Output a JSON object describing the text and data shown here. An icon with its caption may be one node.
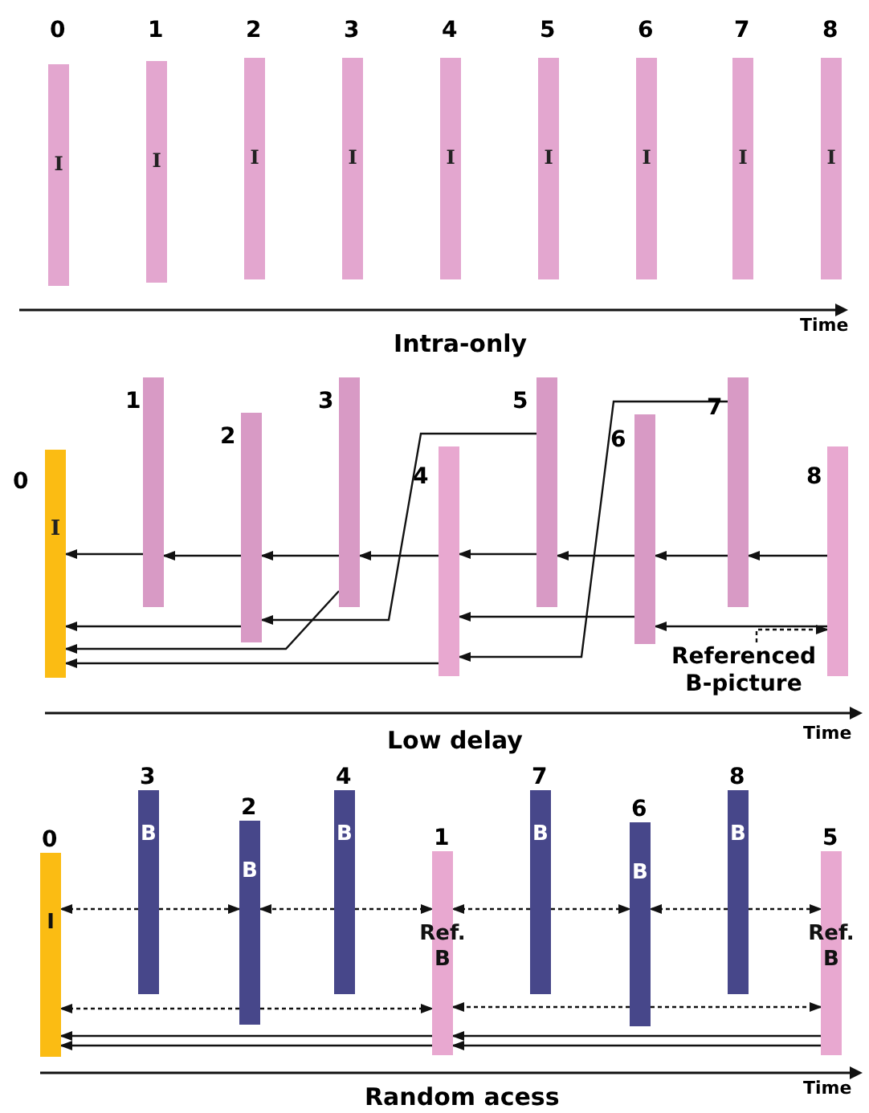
{
  "diagram": {
    "nodes": [
      {
        "text": [
          "I"
        ],
        "beside": [
          "0"
        ]
      },
      {
        "text": [
          "I"
        ],
        "beside": [
          "1"
        ]
      },
      {
        "text": [
          "I"
        ],
        "beside": [
          "2"
        ]
      },
      {
        "text": [
          "I"
        ],
        "beside": [
          "3"
        ]
      },
      {
        "text": [
          "I"
        ],
        "beside": [
          "4"
        ]
      },
      {
        "text": [
          "I"
        ],
        "beside": [
          "5"
        ]
      },
      {
        "text": [
          "I"
        ],
        "beside": [
          "6"
        ]
      },
      {
        "text": [
          "I"
        ],
        "beside": [
          "7"
        ]
      },
      {
        "text": [
          "I"
        ],
        "beside": [
          "8"
        ]
      },
      {
        "text": [
          "I"
        ],
        "beside": [
          "0"
        ]
      },
      {
        "text": [],
        "shape": "bar",
        "beside": [
          "1"
        ]
      },
      {
        "text": [],
        "shape": "bar",
        "beside": [
          "2"
        ]
      },
      {
        "text": [],
        "shape": "bar",
        "beside": [
          "3"
        ]
      },
      {
        "text": [],
        "shape": "bar",
        "beside": [
          "4"
        ]
      },
      {
        "text": [],
        "shape": "bar",
        "beside": [
          "5"
        ]
      },
      {
        "text": [],
        "shape": "bar",
        "beside": [
          "6"
        ]
      },
      {
        "text": [],
        "shape": "bar",
        "beside": [
          "7"
        ]
      },
      {
        "text": [],
        "shape": "bar",
        "beside": [
          "8"
        ]
      },
      {
        "text": [
          "Referenced B-picture"
        ]
      },
      {
        "text": [
          "I"
        ],
        "beside": [
          "0"
        ]
      },
      {
        "text": [
          "B"
        ],
        "beside": [
          "3"
        ]
      },
      {
        "text": [
          "B"
        ],
        "beside": [
          "2"
        ]
      },
      {
        "text": [
          "B"
        ],
        "beside": [
          "4"
        ]
      },
      {
        "text": [
          "Ref. B"
        ],
        "beside": [
          "1"
        ]
      },
      {
        "text": [
          "B"
        ],
        "beside": [
          "7"
        ]
      },
      {
        "text": [
          "B"
        ],
        "beside": [
          "6"
        ]
      },
      {
        "text": [
          "B"
        ],
        "beside": [
          "8"
        ]
      },
      {
        "text": [
          "Ref. B"
        ],
        "beside": [
          "5"
        ]
      }
    ],
    "edges": [
      {
        "from": 10,
        "to": 9,
        "arrow": "to"
      },
      {
        "from": 11,
        "to": 10,
        "arrow": "to"
      },
      {
        "from": 12,
        "to": 11,
        "arrow": "to"
      },
      {
        "from": 13,
        "to": 12,
        "arrow": "to"
      },
      {
        "from": 14,
        "to": 13,
        "arrow": "to"
      },
      {
        "from": 15,
        "to": 14,
        "arrow": "to"
      },
      {
        "from": 16,
        "to": 15,
        "arrow": "to"
      },
      {
        "from": 17,
        "to": 16,
        "arrow": "to"
      },
      {
        "from": 13,
        "to": 9,
        "arrow": "to"
      },
      {
        "from": 12,
        "to": 9,
        "arrow": "to"
      },
      {
        "from": 11,
        "to": 9,
        "arrow": "to"
      },
      {
        "from": 14,
        "to": 11,
        "arrow": "to"
      },
      {
        "from": 15,
        "to": 13,
        "arrow": "to"
      },
      {
        "from": 16,
        "to": 13,
        "arrow": "to"
      },
      {
        "from": 17,
        "to": 15,
        "arrow": "to"
      },
      {
        "from": 18,
        "to": 17,
        "arrow": "to",
        "style": "dashed"
      },
      {
        "from": 20,
        "to": 19,
        "arrow": "to",
        "style": "dashed"
      },
      {
        "from": 20,
        "to": 21,
        "arrow": "to",
        "style": "dashed"
      },
      {
        "from": 22,
        "to": 21,
        "arrow": "to",
        "style": "dashed"
      },
      {
        "from": 22,
        "to": 23,
        "arrow": "to",
        "style": "dashed"
      },
      {
        "from": 24,
        "to": 23,
        "arrow": "to",
        "style": "dashed"
      },
      {
        "from": 24,
        "to": 25,
        "arrow": "to",
        "style": "dashed"
      },
      {
        "from": 26,
        "to": 25,
        "arrow": "to",
        "style": "dashed"
      },
      {
        "from": 26,
        "to": 27,
        "arrow": "to",
        "style": "dashed"
      },
      {
        "from": 21,
        "to": 19,
        "arrow": "to",
        "style": "dashed"
      },
      {
        "from": 21,
        "to": 23,
        "arrow": "to",
        "style": "dashed"
      },
      {
        "from": 25,
        "to": 23,
        "arrow": "to",
        "style": "dashed"
      },
      {
        "from": 25,
        "to": 27,
        "arrow": "to",
        "style": "dashed"
      },
      {
        "from": 23,
        "to": 19,
        "arrow": "to"
      },
      {
        "from": 23,
        "to": 19,
        "arrow": "to"
      },
      {
        "from": 27,
        "to": 23,
        "arrow": "to"
      },
      {
        "from": 27,
        "to": 23,
        "arrow": "to"
      }
    ],
    "labels": [
      "Intra-only",
      "Time",
      "Low delay",
      "Time",
      "Random acess",
      "Time"
    ]
  }
}
